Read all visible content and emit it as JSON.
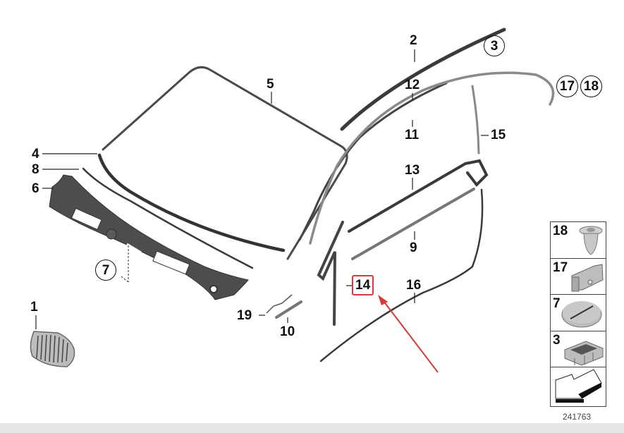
{
  "diagram": {
    "id_label": "241763",
    "accent_color": "#d63a3a",
    "highlighted_part": "14",
    "callouts": [
      {
        "num": "1",
        "part": "kidney-grille"
      },
      {
        "num": "2",
        "part": "roof-molding"
      },
      {
        "num": "3",
        "part": "clip",
        "circled": true
      },
      {
        "num": "4",
        "part": "windshield-seal-lower"
      },
      {
        "num": "5",
        "part": "windshield-seal"
      },
      {
        "num": "6",
        "part": "cowl-panel"
      },
      {
        "num": "7",
        "part": "plug",
        "circled": true
      },
      {
        "num": "8",
        "part": "cowl-seal"
      },
      {
        "num": "9",
        "part": "window-channel-inner"
      },
      {
        "num": "10",
        "part": "cover-strip"
      },
      {
        "num": "11",
        "part": "a-pillar-seal"
      },
      {
        "num": "12",
        "part": "a-pillar-trim"
      },
      {
        "num": "13",
        "part": "window-channel-outer"
      },
      {
        "num": "14",
        "part": "mirror-triangle-seal",
        "highlighted": true
      },
      {
        "num": "15",
        "part": "b-pillar-seal"
      },
      {
        "num": "16",
        "part": "door-seal"
      },
      {
        "num": "17",
        "part": "clip-holder",
        "circled": true
      },
      {
        "num": "18",
        "part": "expanding-rivet",
        "circled": true
      },
      {
        "num": "19",
        "part": "bracket"
      }
    ]
  },
  "legend": {
    "items": [
      {
        "num": "18",
        "icon": "expanding-rivet-icon"
      },
      {
        "num": "17",
        "icon": "clip-holder-icon"
      },
      {
        "num": "7",
        "icon": "plug-cap-icon"
      },
      {
        "num": "3",
        "icon": "clip-icon"
      },
      {
        "num": "",
        "icon": "direction-arrow-icon"
      }
    ]
  }
}
